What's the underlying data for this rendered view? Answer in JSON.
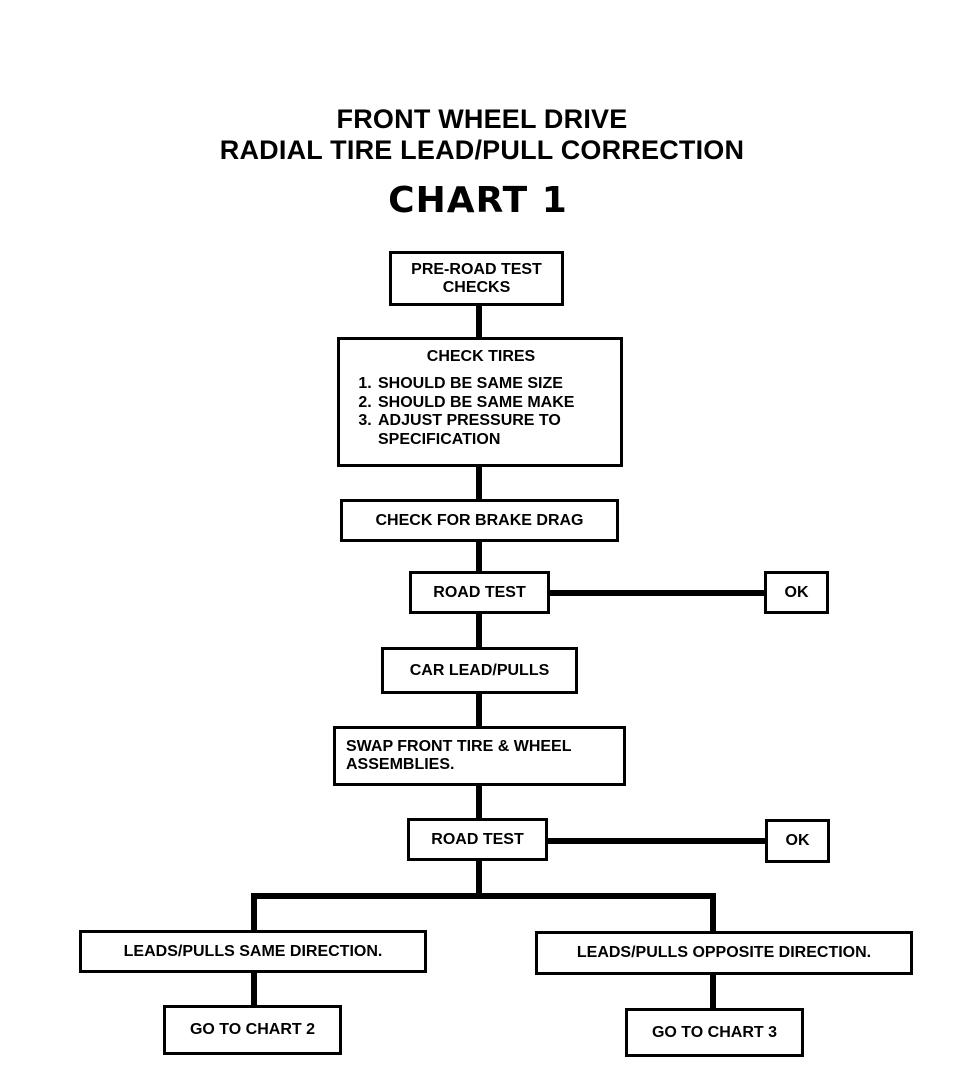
{
  "title": {
    "line1": "FRONT WHEEL DRIVE",
    "line2": "RADIAL TIRE LEAD/PULL CORRECTION",
    "chart_number": "CHART 1"
  },
  "steps": {
    "pre_road_test": {
      "line1": "PRE-ROAD TEST",
      "line2": "CHECKS"
    },
    "check_tires": {
      "heading": "CHECK TIRES",
      "items": [
        {
          "num": "1.",
          "line1": "SHOULD BE SAME SIZE",
          "line2": ""
        },
        {
          "num": "2.",
          "line1": "SHOULD BE SAME MAKE",
          "line2": ""
        },
        {
          "num": "3.",
          "line1": "ADJUST PRESSURE TO",
          "line2": "SPECIFICATION"
        }
      ]
    },
    "brake_drag": "CHECK FOR BRAKE DRAG",
    "road_test_1": "ROAD TEST",
    "ok_1": "OK",
    "car_lead_pulls": "CAR LEAD/PULLS",
    "swap": {
      "line1": "SWAP FRONT TIRE & WHEEL",
      "line2": "ASSEMBLIES."
    },
    "road_test_2": "ROAD TEST",
    "ok_2": "OK",
    "same_direction": "LEADS/PULLS SAME DIRECTION.",
    "opposite_direction": "LEADS/PULLS OPPOSITE DIRECTION.",
    "go_chart_2": "GO TO CHART 2",
    "go_chart_3": "GO TO CHART 3"
  }
}
